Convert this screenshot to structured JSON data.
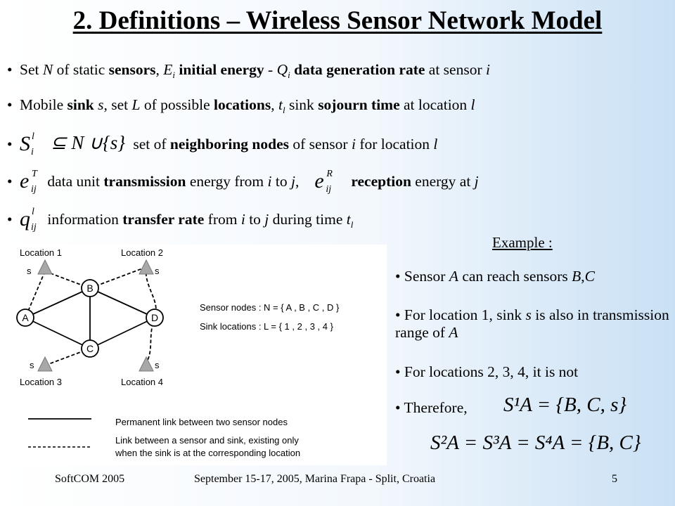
{
  "slide": {
    "title": "2. Definitions – Wireless Sensor Network Model",
    "bullets": {
      "b1": {
        "p1": "Set ",
        "N": "N",
        "p2": " of static ",
        "sensors": "sensors",
        "p3": ", ",
        "E": "E",
        "E_sub": "i",
        "initial_energy": " initial energy",
        "p4": " - ",
        "Q": "Q",
        "Q_sub": "i",
        "data_rate": " data generation rate",
        "p5": " at sensor ",
        "i": "i"
      },
      "b2": {
        "p1": "Mobile ",
        "sink": "sink",
        "s": " s",
        "p2": ", set ",
        "L": "L",
        "p3": " of possible ",
        "locations": "locations",
        "p4": ", ",
        "t": "t",
        "t_sub": "l",
        "p5": " sink ",
        "sojourn": "sojourn time",
        "p6": " at location ",
        "l": "l"
      },
      "b3": {
        "S": "S",
        "S_sup": "l",
        "S_sub": "i",
        "formula": "⊆ N ∪{s}",
        "p1": " set of ",
        "neighboring": "neighboring nodes",
        "p2": " of sensor ",
        "i": "i",
        "p3": " for location ",
        "l": "l"
      },
      "b4": {
        "e1": "e",
        "e1_sup": "T",
        "e1_sub": "ij",
        "p1": " data unit ",
        "transmission": "transmission",
        "p2": " energy from ",
        "i": "i",
        "p3": " to ",
        "j": "j",
        "p4": ",",
        "e2": "e",
        "e2_sup": "R",
        "e2_sub": "ij",
        "reception": "reception",
        "p5": " energy at ",
        "j2": "j"
      },
      "b5": {
        "q": "q",
        "q_sup": "l",
        "q_sub": "ij",
        "p1": " information ",
        "transfer": "transfer rate",
        "p2": " from ",
        "i": "i",
        "p3": " to ",
        "j": "j",
        "p4": " during time ",
        "t": "t",
        "t_sub": "l"
      }
    },
    "diagram": {
      "loc1": "Location 1",
      "loc2": "Location 2",
      "loc3": "Location 3",
      "loc4": "Location 4",
      "s": "s",
      "nodes": {
        "A": "A",
        "B": "B",
        "C": "C",
        "D": "D"
      },
      "sensor_nodes": "Sensor nodes : N = { A , B , C , D }",
      "sink_locations": "Sink locations : L = { 1 , 2 , 3 , 4 }",
      "legend_perm": "Permanent link between two sensor nodes",
      "legend_sink_1": "Link between a sensor and sink, existing only",
      "legend_sink_2": "when the sink is at the corresponding location"
    },
    "example": {
      "title": "Example :",
      "e1_p1": "Sensor ",
      "e1_A": "A",
      "e1_p2": " can reach sensors ",
      "e1_B": "B",
      "e1_c": ",",
      "e1_C": "C",
      "e2_p1": "For location 1, sink ",
      "e2_s": "s",
      "e2_p2": " is also in transmission range of ",
      "e2_A": "A",
      "e3": "For locations 2, 3, 4, it is not",
      "e4": "Therefore,",
      "f1": "S¹A = {B, C, s}",
      "f2": "S²A = S³A = S⁴A = {B, C}"
    },
    "footer": {
      "left": "SoftCOM 2005",
      "center": "September 15-17, 2005, Marina Frapa - Split, Croatia",
      "page": "5"
    }
  }
}
